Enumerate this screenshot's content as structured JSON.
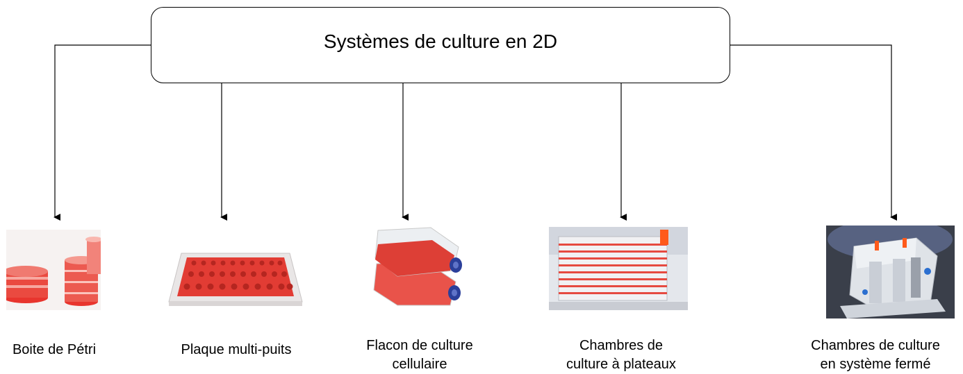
{
  "diagram": {
    "root": {
      "label": "Systèmes de culture en 2D"
    },
    "children": [
      {
        "label_lines": [
          "Boite de Pétri"
        ]
      },
      {
        "label_lines": [
          "Plaque multi-puits"
        ]
      },
      {
        "label_lines": [
          "Flacon de culture",
          "cellulaire"
        ]
      },
      {
        "label_lines": [
          "Chambres de",
          "culture à plateaux"
        ]
      },
      {
        "label_lines": [
          "Chambres de culture",
          "en système fermé"
        ]
      }
    ]
  },
  "colors": {
    "line": "#000000",
    "medium": "#e8352e",
    "plastic": "#dfe3e8",
    "cap_blue": "#2b3f9a",
    "cap_orange": "#ff5a1a",
    "backdrop_dark": "#3a3f4a"
  }
}
